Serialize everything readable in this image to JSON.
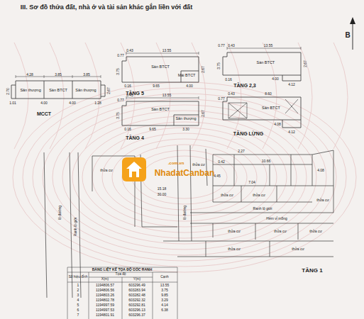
{
  "diagram": {
    "title": "III. Sơ đồ thửa đất, nhà ở và tài sản khác gắn liền với đất",
    "nodes": [
      {
        "text": [
          "Sân thượng",
          "Sàn BTCT",
          "Sân thượng"
        ]
      },
      {
        "text": [
          "Sàn BTCT",
          "Mái BTCT"
        ]
      },
      {
        "text": [
          "Sàn BTCT"
        ]
      },
      {
        "text": [
          "Sàn BTCT",
          "Sân thượng"
        ]
      },
      {
        "text": [
          "Sàn BTCT"
        ]
      }
    ],
    "labels": [
      "B",
      "4.28",
      "3.85",
      "3.85",
      "2.70",
      "1.01",
      "4.00",
      "4.00",
      "1.28",
      "2.67",
      "MCCT",
      "0.43",
      "13.55",
      "0.77",
      "3.75",
      "2.67",
      "0.16",
      "9.65",
      "4.00",
      "TẦNG 5",
      "0.43",
      "13.55",
      "0.77",
      "3.75",
      "2.67",
      "0.16",
      "9.65",
      "3.30",
      "TẦNG 4",
      "0.77",
      "0.43",
      "13.55",
      "3.75",
      "2.67",
      "0.16",
      "4.00",
      "4.12",
      "TẦNG 2,3",
      "0.43",
      "8.60",
      "0.77",
      "4.08",
      "4.12",
      "TẦNG LỪNG",
      "2.27",
      "10.66",
      "0.42",
      "4.45",
      "7.04",
      "4.08",
      "15.18",
      "30.00",
      "Ranh lộ giới",
      "Hẻm vỉ mồng",
      "thửa cư",
      "thửa cư",
      "thửa cư",
      "thửa cư",
      "thửa cư",
      "thửa cư",
      "thửa cư",
      "thửa cư",
      "thửa cư",
      "thửa cư",
      "lộ đường",
      "Ranh lộ giới",
      "lộ đường",
      "TẦNG 1",
      "NhadatCanban",
      ".com.vn",
      "BẢNG LIỆT KÊ TỌA ĐỘ GÓC RANH",
      "Số hiệu đỉnh",
      "Tọa độ",
      "X(m)",
      "Y(m)",
      "Cạnh",
      "1",
      "1194806.57",
      "603296.49",
      "13.55",
      "2",
      "1194806.56",
      "603283.94",
      "3.75",
      "3",
      "1194803.26",
      "603282.48",
      "9.85",
      "4",
      "1194802.78",
      "603292.32",
      "3.29",
      "5",
      "1194997.59",
      "603292.81",
      "4.14",
      "6",
      "1194997.53",
      "603296.13",
      "6.38",
      "7",
      "1194801.91",
      "603296.37"
    ]
  }
}
